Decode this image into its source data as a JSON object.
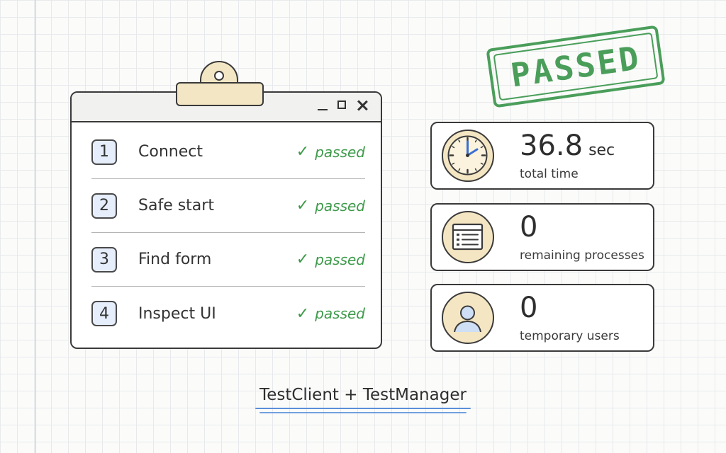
{
  "window": {
    "steps": [
      {
        "number": "1",
        "label": "Connect",
        "status": "passed"
      },
      {
        "number": "2",
        "label": "Safe start",
        "status": "passed"
      },
      {
        "number": "3",
        "label": "Find form",
        "status": "passed"
      },
      {
        "number": "4",
        "label": "Inspect UI",
        "status": "passed"
      }
    ]
  },
  "stamp": {
    "text": "PASSED",
    "color": "#4a9e5a"
  },
  "stats": [
    {
      "value": "36.8",
      "unit": "sec",
      "label": "total time",
      "icon": "clock-icon"
    },
    {
      "value": "0",
      "label": "remaining processes",
      "icon": "process-list-icon"
    },
    {
      "value": "0",
      "label": "temporary users",
      "icon": "user-icon"
    }
  ],
  "footer": {
    "text": "TestClient + TestManager"
  },
  "colors": {
    "passed": "#3d9a4a",
    "accent_underline": "#5b8fd9",
    "icon_background": "#f4e6c2"
  }
}
